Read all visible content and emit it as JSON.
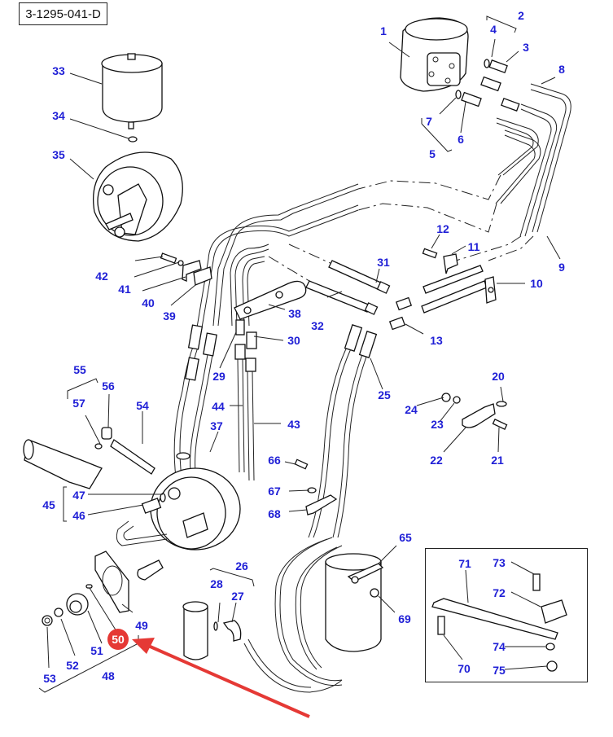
{
  "diagram": {
    "reference_code": "3-1295-041-D",
    "highlighted_part": "50",
    "highlight_color": "#e53935",
    "label_color": "#1f1fd6",
    "arrow_color": "#e53935",
    "labels": {
      "p1": "1",
      "p2": "2",
      "p3": "3",
      "p4": "4",
      "p5": "5",
      "p6": "6",
      "p7": "7",
      "p8": "8",
      "p9": "9",
      "p10": "10",
      "p11": "11",
      "p12": "12",
      "p13": "13",
      "p20": "20",
      "p21": "21",
      "p22": "22",
      "p23": "23",
      "p24": "24",
      "p25": "25",
      "p26": "26",
      "p27": "27",
      "p28": "28",
      "p29": "29",
      "p30": "30",
      "p31": "31",
      "p32": "32",
      "p33": "33",
      "p34": "34",
      "p35": "35",
      "p37": "37",
      "p38": "38",
      "p39": "39",
      "p40": "40",
      "p41": "41",
      "p42": "42",
      "p43": "43",
      "p44": "44",
      "p45": "45",
      "p46": "46",
      "p47": "47",
      "p48": "48",
      "p49": "49",
      "p50": "50",
      "p51": "51",
      "p52": "52",
      "p53": "53",
      "p54": "54",
      "p55": "55",
      "p56": "56",
      "p57": "57",
      "p65": "65",
      "p66": "66",
      "p67": "67",
      "p68": "68",
      "p69": "69",
      "p70": "70",
      "p71": "71",
      "p72": "72",
      "p73": "73",
      "p74": "74",
      "p75": "75"
    }
  }
}
